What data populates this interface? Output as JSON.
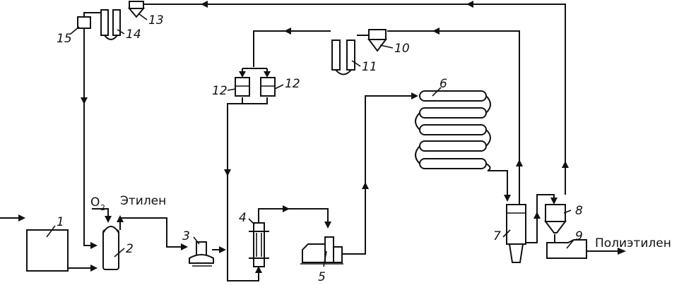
{
  "labels": {
    "oxygen": "O",
    "oxygen_sub": "2",
    "ethylene": "Этилен",
    "polyethylene": "Полиэтилен"
  },
  "equipment": {
    "n1": "1",
    "n2": "2",
    "n3": "3",
    "n4": "4",
    "n5": "5",
    "n6": "6",
    "n7": "7",
    "n8": "8",
    "n9": "9",
    "n10": "10",
    "n11": "11",
    "n12a": "12",
    "n12b": "12",
    "n13": "13",
    "n14": "14",
    "n15": "15"
  }
}
